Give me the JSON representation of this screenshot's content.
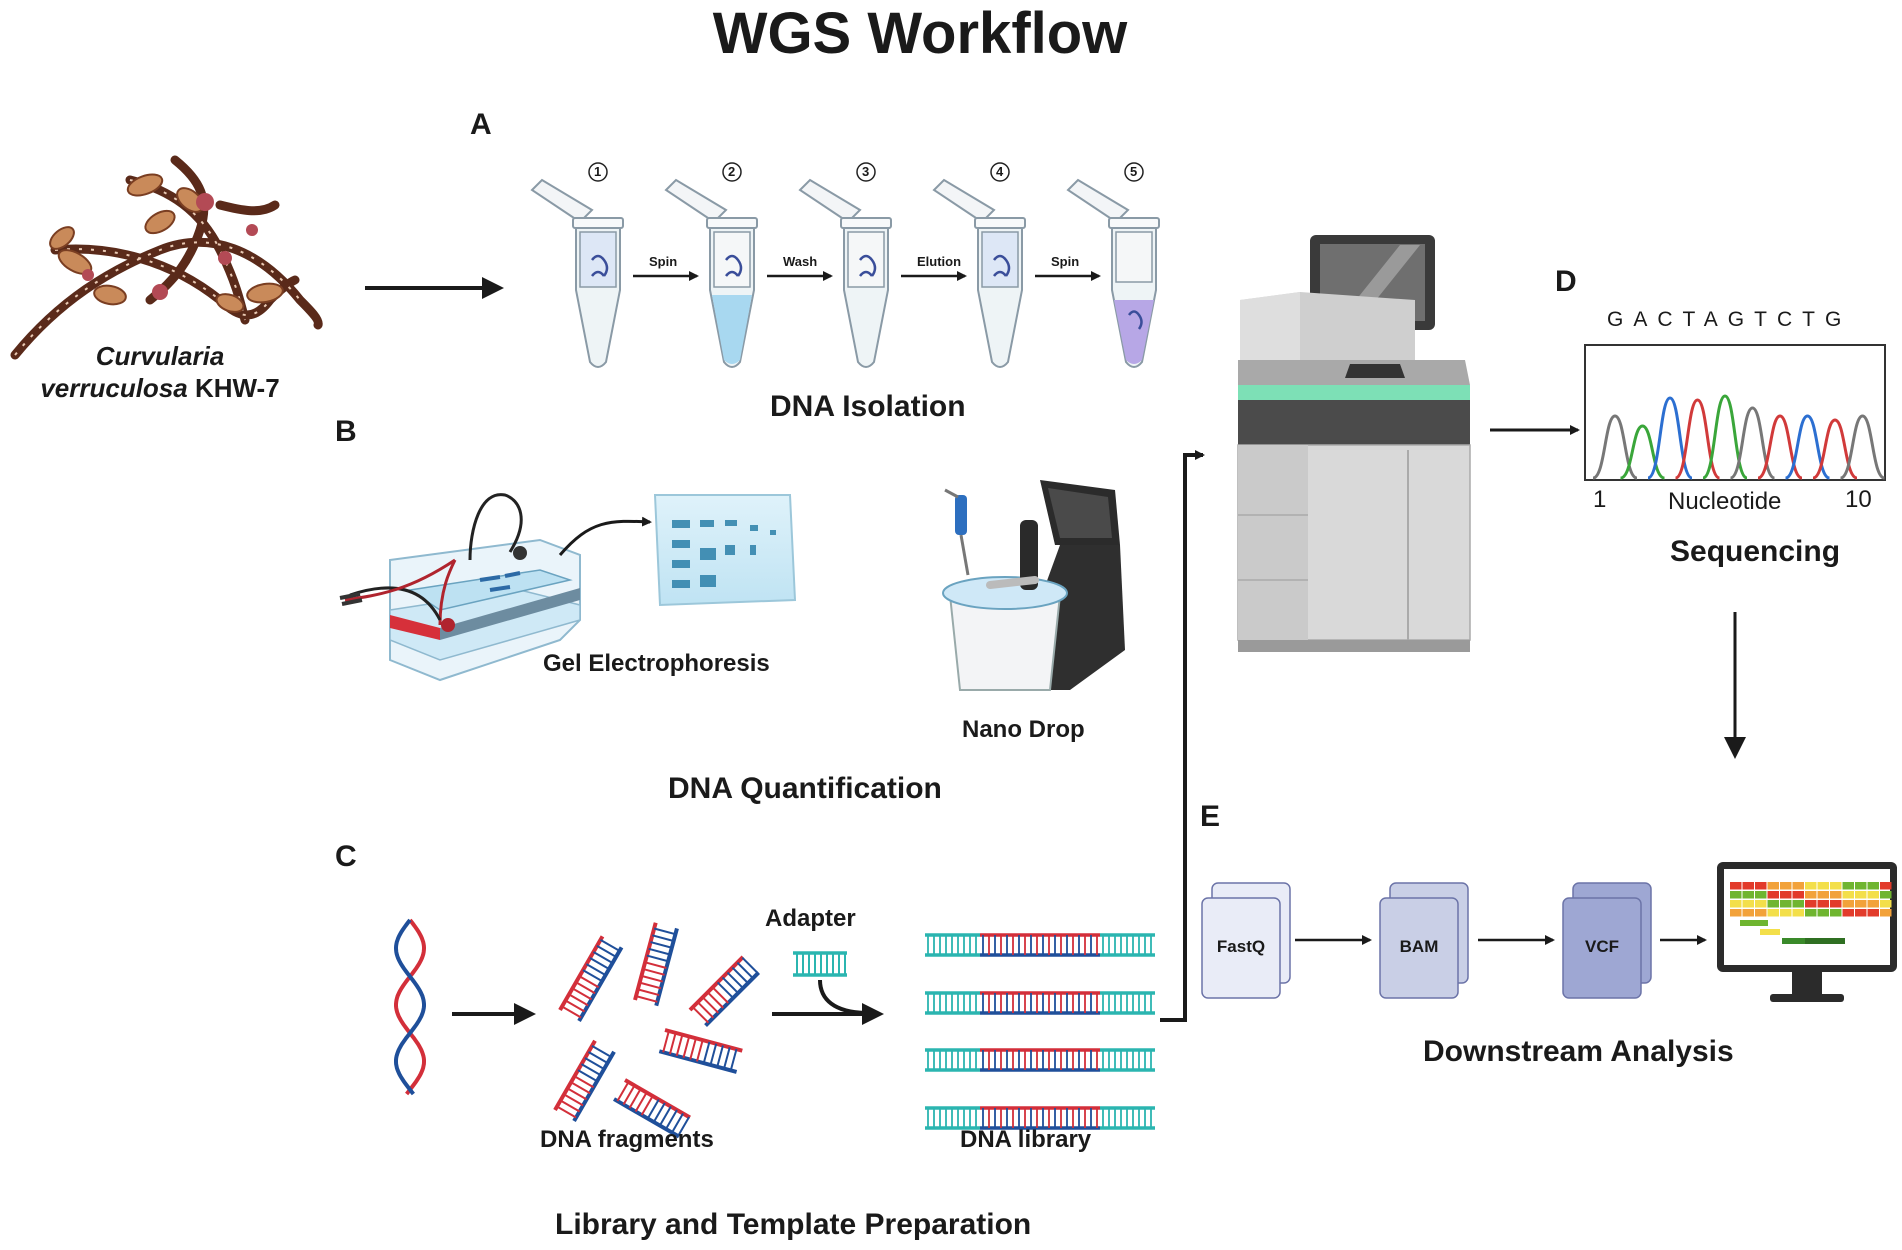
{
  "title": "WGS Workflow",
  "organism": {
    "genus": "Curvularia",
    "species": "verruculosa",
    "strain": "KHW-7"
  },
  "panel_a": {
    "letter": "A",
    "tube_numbers": [
      "1",
      "2",
      "3",
      "4",
      "5"
    ],
    "steps": [
      "Spin",
      "Wash",
      "Elution",
      "Spin"
    ],
    "section": "DNA Isolation"
  },
  "panel_b": {
    "letter": "B",
    "gel_label": "Gel Electrophoresis",
    "nanodrop_label": "Nano Drop",
    "section": "DNA Quantification"
  },
  "panel_c": {
    "letter": "C",
    "adapter_label": "Adapter",
    "fragments_label": "DNA fragments",
    "library_label": "DNA library",
    "section": "Library and Template Preparation"
  },
  "panel_d": {
    "letter": "D",
    "sequence": "GACTAGTCTG",
    "axis_start": "1",
    "axis_label": "Nucleotide",
    "axis_end": "10",
    "section": "Sequencing"
  },
  "panel_e": {
    "letter": "E",
    "files": [
      "FastQ",
      "BAM",
      "VCF"
    ],
    "section": "Downstream Analysis"
  },
  "colors": {
    "hyphae": "#5a2a1a",
    "spore": "#c98a5a",
    "tube_liquid": "#a8d8f0",
    "eluate": "#b7a7e6",
    "dna_red": "#d32f3a",
    "dna_blue": "#1f4f9a",
    "adapter_teal": "#2bb5b0",
    "sequencer_body": "#d9d9d9",
    "sequencer_band": "#7de0b6",
    "peak_grey": "#777777",
    "peak_green": "#3aa63a",
    "peak_blue": "#2c6fd1",
    "peak_red": "#d13a3a",
    "file_fastq": "#e9ecf7",
    "file_bam": "#c9cfe6",
    "file_vcf": "#9ea7d3",
    "heat_red": "#e23b2b",
    "heat_orange": "#f2a23a",
    "heat_yellow": "#f3df4a",
    "heat_green": "#6fb530"
  }
}
